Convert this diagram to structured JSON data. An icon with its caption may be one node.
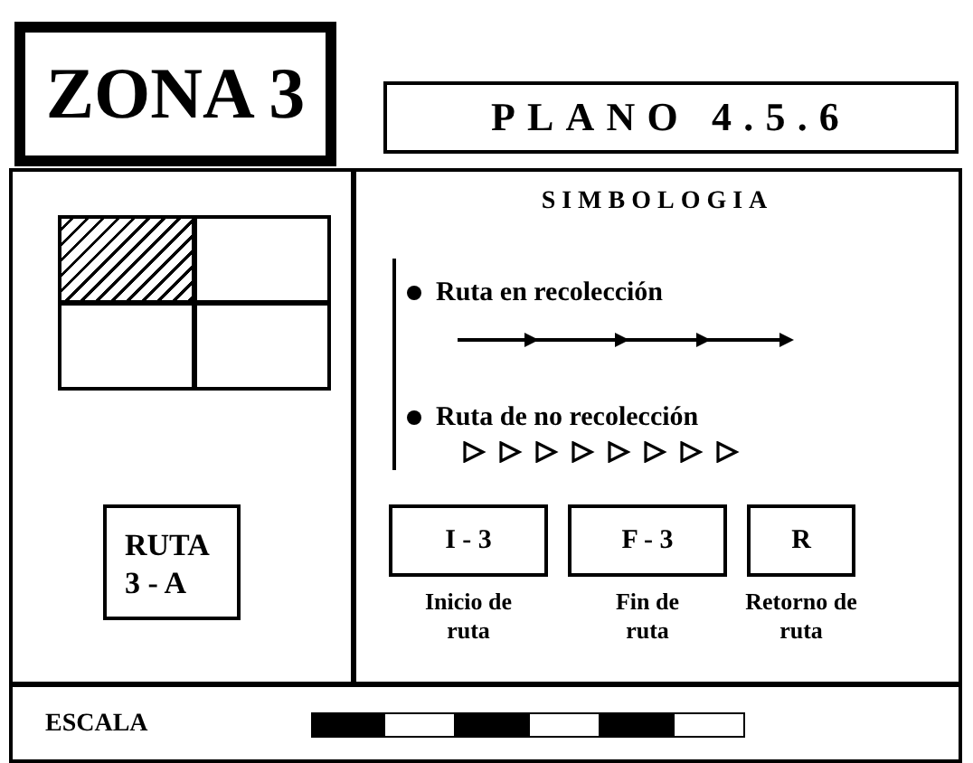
{
  "diagram": {
    "nodes": [
      {
        "text": [
          "ZONA 3"
        ]
      },
      {
        "text": [
          "PLANO 4.5.6"
        ]
      },
      {
        "text": [],
        "shape": "box"
      },
      {
        "text": [],
        "shape": "box",
        "in": 2
      },
      {
        "text": [],
        "shape": "box",
        "in": 2
      },
      {
        "text": [],
        "shape": "box",
        "in": 2
      },
      {
        "text": [],
        "shape": "box",
        "in": 2
      },
      {
        "text": [
          "RUTA 3 - A"
        ],
        "in": 2
      },
      {
        "text": [
          "SIMBOLOGIA"
        ]
      },
      {
        "text": [
          "I - 3"
        ],
        "in": 8,
        "beside": [
          "Inicio de ruta"
        ]
      },
      {
        "text": [
          "F - 3"
        ],
        "in": 8,
        "beside": [
          "Fin de ruta"
        ]
      },
      {
        "text": [
          "R"
        ],
        "in": 8,
        "beside": [
          "Retorno de ruta"
        ]
      },
      {
        "text": [
          "ESCALA"
        ]
      }
    ],
    "edges": [],
    "legend": [
      {
        "text": "Ruta en recolección"
      },
      {
        "text": "Ruta de no recolección"
      }
    ]
  }
}
